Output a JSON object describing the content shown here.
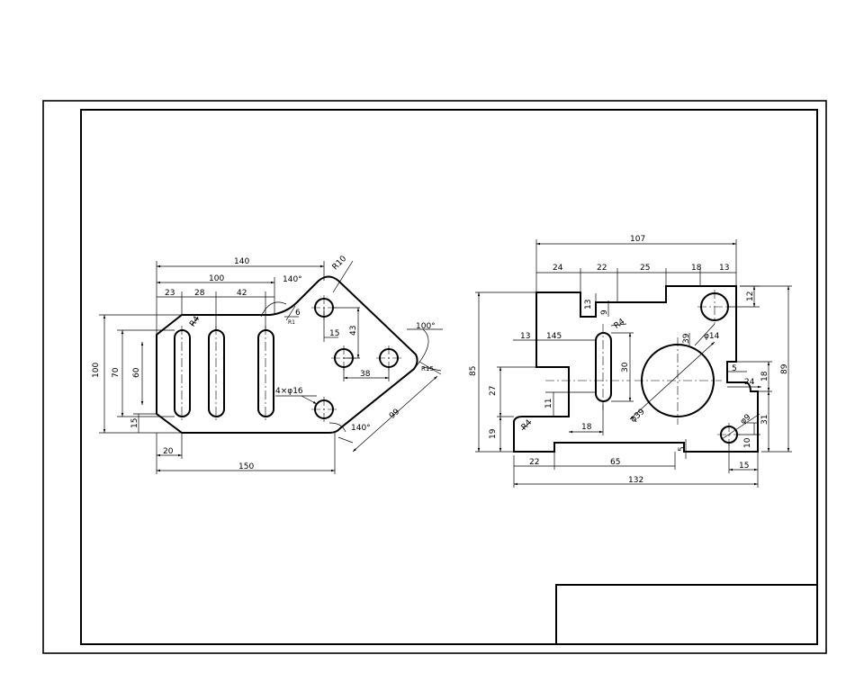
{
  "left_part": {
    "dims": {
      "top_140": "140",
      "top_100": "100",
      "top_23": "23",
      "top_28": "28",
      "top_42": "42",
      "angle_140_top": "140°",
      "r10": "R10",
      "r4": "R4",
      "r1_small": "R1",
      "six": "6",
      "left_100": "100",
      "left_70": "70",
      "left_60": "60",
      "left_15": "15",
      "bottom_20": "20",
      "bottom_150": "150",
      "h15": "15",
      "v43": "43",
      "h38": "38",
      "holes_label": "4×φ16",
      "angle_140_bottom": "140°",
      "angle_100": "100°",
      "r15": "R15",
      "slant_99": "99"
    }
  },
  "right_part": {
    "dims": {
      "top_107": "107",
      "top_24": "24",
      "top_22": "22",
      "top_25": "25",
      "top_18": "18",
      "top_13": "13",
      "v13": "13",
      "v9": "9",
      "r4_top": "R4",
      "r4_bottom": "R4",
      "dia14": "φ14",
      "v39": "39",
      "h13": "13",
      "h145": "145",
      "v30": "30",
      "v11": "11",
      "h18": "18",
      "dia39": "φ39",
      "left_85": "85",
      "left_27": "27",
      "left_19": "19",
      "right_12": "12",
      "right_89": "89",
      "right_18": "18",
      "right_5": "5",
      "h24": "24",
      "right_31": "31",
      "right_10": "10",
      "dia9": "φ9",
      "bottom_5": "5",
      "bottom_22": "22",
      "bottom_65": "65",
      "bottom_15": "15",
      "bottom_132": "132"
    }
  }
}
